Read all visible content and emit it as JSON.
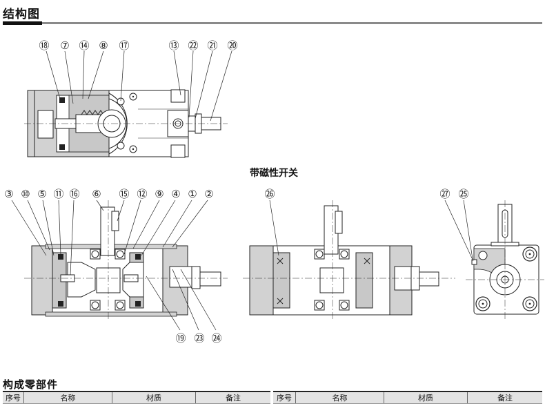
{
  "section_structure": {
    "title": "结构图"
  },
  "subtitle_magnetic": "带磁性开关",
  "top_view_callouts": [
    "⑱",
    "⑦",
    "⑭",
    "⑧",
    "⑰",
    "⑬",
    "㉒",
    "㉑",
    "⑳"
  ],
  "side_view_callouts_top": [
    "③",
    "⑩",
    "⑤",
    "⑪",
    "⑯",
    "⑥",
    "⑮",
    "⑫",
    "⑨",
    "④",
    "①",
    "②"
  ],
  "side_view_callouts_bottom": [
    "⑲",
    "㉓",
    "㉔"
  ],
  "magnetic_view_callouts": [
    "㉖"
  ],
  "end_view_callouts": [
    "㉗",
    "㉕"
  ],
  "section_parts": {
    "title": "构成零部件"
  },
  "parts_table_left": {
    "headers": [
      "序号",
      "名称",
      "材质",
      "备注"
    ]
  },
  "parts_table_right": {
    "headers": [
      "序号",
      "名称",
      "材质",
      "备注"
    ]
  },
  "colors": {
    "body_gray": "#d2d2d2",
    "line": "#222222",
    "rule_gray": "#8a8a8a",
    "header_bg": "#e3e3e3"
  }
}
